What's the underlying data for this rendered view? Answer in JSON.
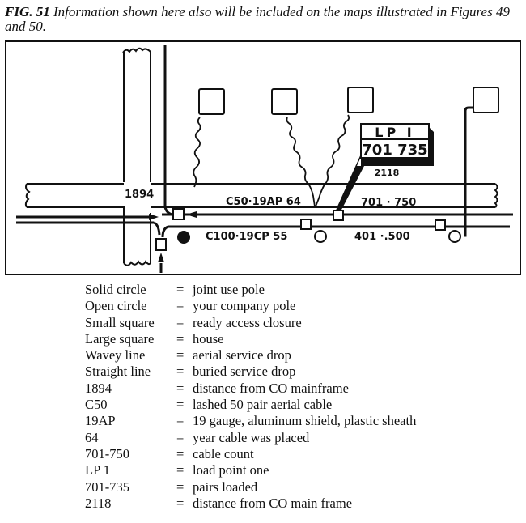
{
  "caption": {
    "figure_label": "FIG. 51",
    "text": "Information shown here also will be included on the maps illustrated in Figures 49 and 50."
  },
  "map": {
    "distance_label": "1894",
    "upper_cable_label": "C50·19AP 64",
    "upper_cable_count": "701 · 750",
    "lower_cable_label": "C100·19CP 55",
    "lower_cable_count": "401 ·.500",
    "load_point": {
      "title": "LP I",
      "pairs": "701 735",
      "distance": "2118"
    },
    "colors": {
      "ink": "#111111",
      "paper": "#ffffff"
    }
  },
  "legend": {
    "equals": "=",
    "items": [
      {
        "term": "Solid circle",
        "definition": "joint use pole"
      },
      {
        "term": "Open circle",
        "definition": "your company pole"
      },
      {
        "term": "Small square",
        "definition": "ready access closure"
      },
      {
        "term": "Large square",
        "definition": "house"
      },
      {
        "term": "Wavey line",
        "definition": "aerial service drop"
      },
      {
        "term": "Straight line",
        "definition": "buried service drop"
      },
      {
        "term": "1894",
        "definition": "distance from CO mainframe"
      },
      {
        "term": "C50",
        "definition": "lashed 50 pair aerial cable"
      },
      {
        "term": "19AP",
        "definition": "19 gauge, aluminum shield, plastic sheath"
      },
      {
        "term": "64",
        "definition": "year cable was placed"
      },
      {
        "term": "701-750",
        "definition": "cable count"
      },
      {
        "term": "LP 1",
        "definition": "load point one"
      },
      {
        "term": "701-735",
        "definition": "pairs loaded"
      },
      {
        "term": "2118",
        "definition": "distance from CO main frame"
      }
    ]
  }
}
